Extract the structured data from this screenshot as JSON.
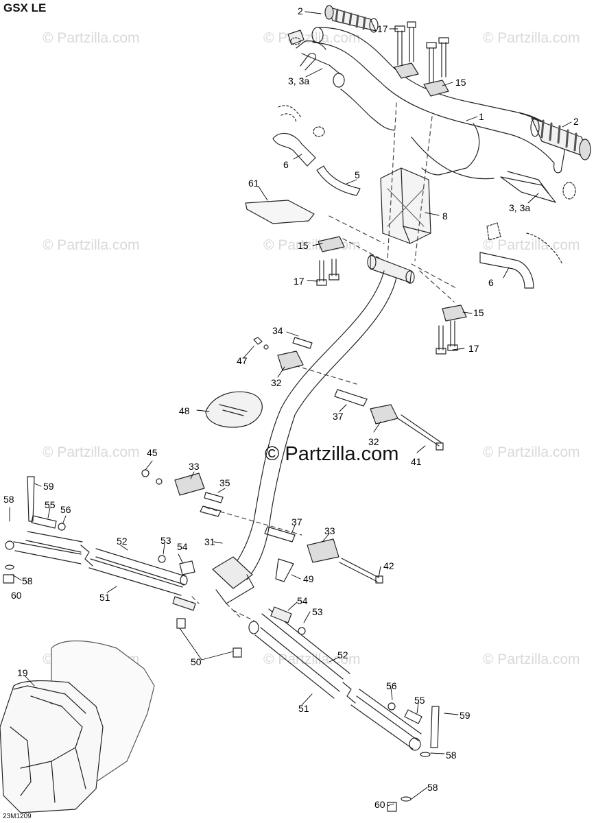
{
  "diagram": {
    "title": "GSX LE",
    "code": "23M1209",
    "watermark": "© Partzilla.com",
    "watermark_main": "© Partzilla.com",
    "labels": {
      "l1": "1",
      "l2a": "2",
      "l2b": "2",
      "l3a": "3, 3a",
      "l3b": "3, 3a",
      "l5": "5",
      "l6a": "6",
      "l6b": "6",
      "l8": "8",
      "l15a": "15",
      "l15b": "15",
      "l15c": "15",
      "l17a": "17",
      "l17b": "17",
      "l17c": "17",
      "l19": "19",
      "l31": "31",
      "l32a": "32",
      "l32b": "32",
      "l33a": "33",
      "l33b": "33",
      "l34": "34",
      "l35": "35",
      "l37a": "37",
      "l37b": "37",
      "l41": "41",
      "l42": "42",
      "l45": "45",
      "l47": "47",
      "l48": "48",
      "l49": "49",
      "l50": "50",
      "l51a": "51",
      "l51b": "51",
      "l52a": "52",
      "l52b": "52",
      "l53a": "53",
      "l53b": "53",
      "l54a": "54",
      "l54b": "54",
      "l55a": "55",
      "l55b": "55",
      "l56a": "56",
      "l56b": "56",
      "l58a": "58",
      "l58b": "58",
      "l58c": "58",
      "l58d": "58",
      "l59a": "59",
      "l59b": "59",
      "l60a": "60",
      "l60b": "60",
      "l61": "61"
    }
  }
}
